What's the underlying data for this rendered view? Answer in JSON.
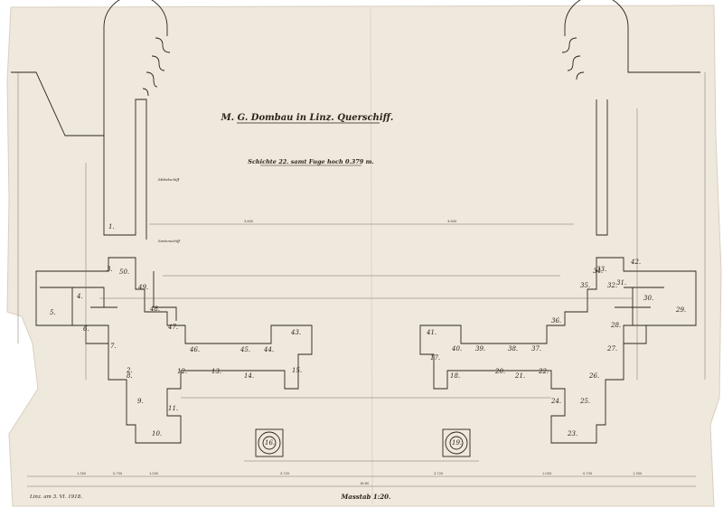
{
  "drawing": {
    "title": "M. G. Dombau in Linz. Querschiff.",
    "subtitle": "Schichte 22. samt Fuge hoch 0.379 m.",
    "scale": "Masstab 1:20.",
    "place_date": "Linz. am 3. VI. 1918.",
    "side_note_upper": "Mittelschiff",
    "side_note_lower": "Seitenschiff",
    "colors": {
      "paper": "#efe8dc",
      "ink": "#2a241c",
      "dim_line": "#6b6256"
    }
  },
  "stones": {
    "left": [
      "1.",
      "2.",
      "3.",
      "4.",
      "5.",
      "6.",
      "7.",
      "8.",
      "9.",
      "10.",
      "11.",
      "12.",
      "13.",
      "14.",
      "15.",
      "16.",
      "43.",
      "44.",
      "45.",
      "46.",
      "47.",
      "48.",
      "49.",
      "50."
    ],
    "right": [
      "17.",
      "18.",
      "19.",
      "20.",
      "21.",
      "22.",
      "23.",
      "24.",
      "25.",
      "26.",
      "27.",
      "28.",
      "29.",
      "30.",
      "31.",
      "32.",
      "33.",
      "34.",
      "35.",
      "36.",
      "37.",
      "38.",
      "39.",
      "40.",
      "41.",
      "42."
    ]
  },
  "dimensions": {
    "bottom_chain": [
      "1.350",
      "0.750",
      "1.050",
      "3.720",
      "3.720",
      "1.050",
      "0.750",
      "1.350"
    ],
    "center_widths": [
      "3.600",
      "3.600"
    ],
    "overall": "16.60"
  }
}
